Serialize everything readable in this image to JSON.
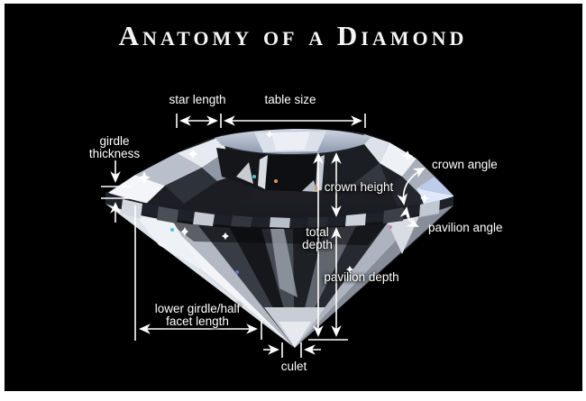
{
  "title": "Anatomy of a Diamond",
  "labels": {
    "star_length": "star length",
    "table_size": "table size",
    "girdle_thickness_line1": "girdle",
    "girdle_thickness_line2": "thickness",
    "crown_angle": "crown angle",
    "pavilion_angle": "pavilion angle",
    "crown_height": "crown height",
    "total_depth_line1": "total",
    "total_depth_line2": "depth",
    "pavilion_depth": "pavilion depth",
    "lower_girdle_line1": "lower girdle/half",
    "lower_girdle_line2": "facet length",
    "culet": "culet"
  },
  "colors": {
    "background": "#000000",
    "frame": "#ffffff",
    "annotation": "#ffffff",
    "title_text": "#f4f4f4"
  }
}
